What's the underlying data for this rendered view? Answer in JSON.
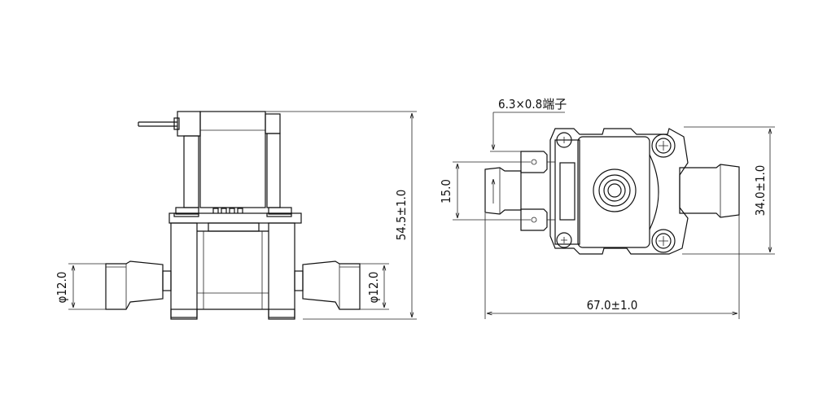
{
  "drawing": {
    "side_view": {
      "height_dim": "54.5±1.0",
      "left_port_dia": "φ12.0",
      "right_port_dia": "φ12.0"
    },
    "top_view": {
      "terminal_label": "6.3×0.8端子",
      "terminal_pitch": "15.0",
      "width_dim": "67.0±1.0",
      "height_dim": "34.0±1.0"
    }
  }
}
